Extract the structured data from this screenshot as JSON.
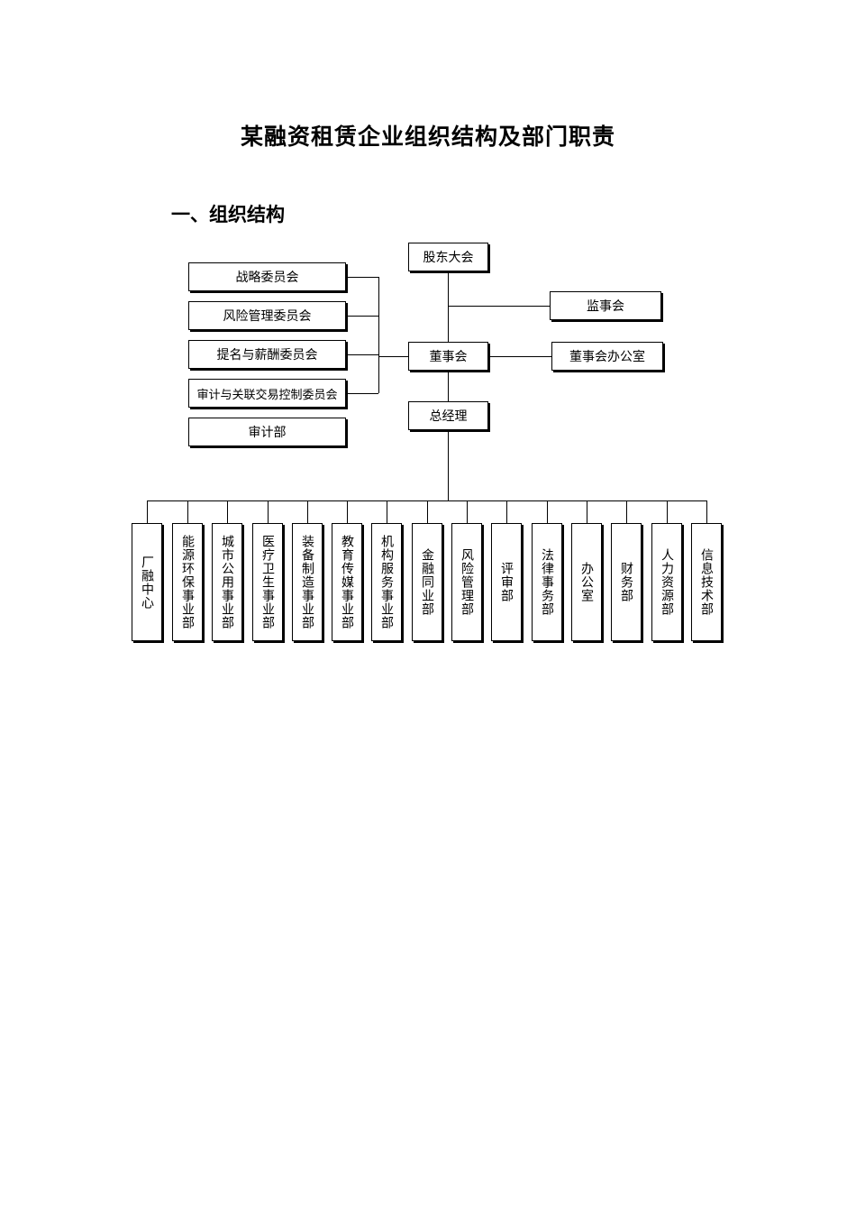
{
  "title": "某融资租赁企业组织结构及部门职责",
  "section_heading": "一、组织结构",
  "org": {
    "shareholders": "股东大会",
    "supervisory_board": "监事会",
    "board": "董事会",
    "board_office": "董事会办公室",
    "general_manager": "总经理",
    "committees": [
      "战略委员会",
      "风险管理委员会",
      "提名与薪酬委员会",
      "审计与关联交易控制委员会"
    ],
    "audit_dept": "审计部",
    "departments": [
      "厂融中心",
      "能源环保事业部",
      "城市公用事业部",
      "医疗卫生事业部",
      "装备制造事业部",
      "教育传媒事业部",
      "机构服务事业部",
      "金融同业部",
      "风险管理部",
      "评审部",
      "法律事务部",
      "办公室",
      "财务部",
      "人力资源部",
      "信息技术部"
    ]
  }
}
